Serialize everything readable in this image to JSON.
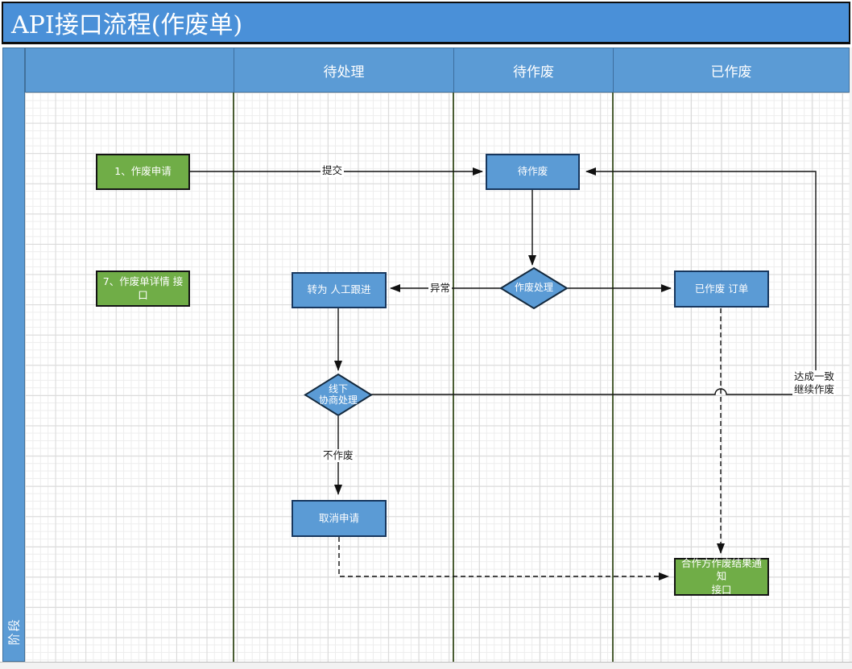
{
  "title": "API接口流程(作废单)",
  "stage_label": "阶段",
  "columns": [
    "",
    "待处理",
    "待作废",
    "已作废"
  ],
  "nodes": {
    "void_apply": "1、作废申请",
    "void_detail_api": "7、作废单详情 接口",
    "pending_void": "待作废",
    "manual_follow": "转为 人工跟进",
    "void_process": "作废处理",
    "voided_order": "已作废 订单",
    "offline_negotiate_line1": "线下",
    "offline_negotiate_line2": "协商处理",
    "cancel_apply": "取消申请",
    "partner_notify_line1": "合作方作废结果通知",
    "partner_notify_line2": "接口"
  },
  "edge_labels": {
    "submit": "提交",
    "exception": "异常",
    "no_void": "不作废",
    "agree_line1": "达成一致",
    "agree_line2": "继续作废"
  },
  "colors": {
    "title_bar_blue": "#4a90d8",
    "band_blue": "#5b9bd5",
    "shape_blue": "#5b9bd5",
    "shape_blue_border": "#17375e",
    "shape_green": "#70ad47",
    "lane_divider_green": "#4a5d33",
    "connector_black": "#111111"
  }
}
